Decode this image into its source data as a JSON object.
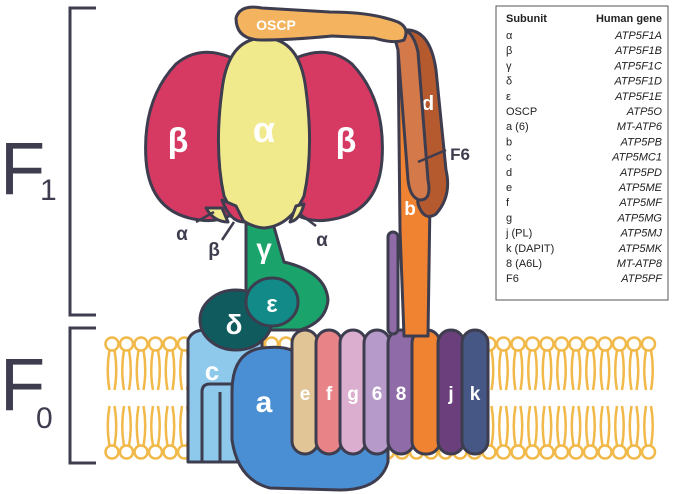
{
  "sections": {
    "f1_letter": "F",
    "f1_sub": "1",
    "f0_letter": "F",
    "f0_sub": "0"
  },
  "labels": {
    "oscp": "OSCP",
    "alpha": "α",
    "beta_left": "β",
    "beta_right": "β",
    "alpha_small_left": "α",
    "beta_small": "β",
    "alpha_small_right": "α",
    "gamma": "γ",
    "delta": "δ",
    "epsilon": "ε",
    "d": "d",
    "f6": "F6",
    "b": "b",
    "c": "c",
    "a": "a",
    "e": "e",
    "f": "f",
    "g": "g",
    "six": "6",
    "eight": "8",
    "j": "j",
    "k": "k"
  },
  "table": {
    "header_subunit": "Subunit",
    "header_gene": "Human gene",
    "rows": [
      {
        "subunit": "α",
        "gene": "ATP5F1A"
      },
      {
        "subunit": "β",
        "gene": "ATP5F1B"
      },
      {
        "subunit": "γ",
        "gene": "ATP5F1C"
      },
      {
        "subunit": "δ",
        "gene": "ATP5F1D"
      },
      {
        "subunit": "ε",
        "gene": "ATP5F1E"
      },
      {
        "subunit": "OSCP",
        "gene": "ATP5O"
      },
      {
        "subunit": "a (6)",
        "gene": "MT-ATP6"
      },
      {
        "subunit": "b",
        "gene": "ATP5PB"
      },
      {
        "subunit": "c",
        "gene": "ATP5MC1"
      },
      {
        "subunit": "d",
        "gene": "ATP5PD"
      },
      {
        "subunit": "e",
        "gene": "ATP5ME"
      },
      {
        "subunit": "f",
        "gene": "ATP5MF"
      },
      {
        "subunit": "g",
        "gene": "ATP5MG"
      },
      {
        "subunit": "j (PL)",
        "gene": "ATP5MJ"
      },
      {
        "subunit": "k (DAPIT)",
        "gene": "ATP5MK"
      },
      {
        "subunit": "8 (A6L)",
        "gene": "MT-ATP8"
      },
      {
        "subunit": "F6",
        "gene": "ATP5PF"
      }
    ]
  },
  "colors": {
    "alpha": "#f0ea8c",
    "beta": "#d63a63",
    "gamma": "#1aa36a",
    "delta": "#0f5b5e",
    "epsilon": "#128a87",
    "oscp": "#f4b35e",
    "b": "#ef8331",
    "d": "#b45a2e",
    "f6": "#d4794a",
    "c": "#8ec9ec",
    "a": "#4a8fd4",
    "e": "#e2c597",
    "f": "#e88488",
    "g": "#dbaed0",
    "six": "#b69ac9",
    "eight": "#8f6ca8",
    "j": "#6b3f7b",
    "k": "#465785",
    "membrane": "#f1b949",
    "outline": "#3d3d4f"
  }
}
